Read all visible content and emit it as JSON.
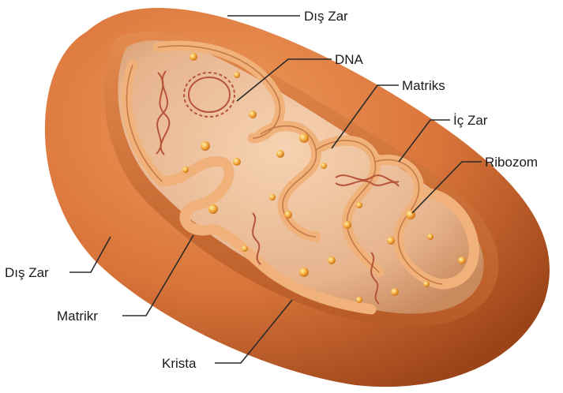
{
  "labels": {
    "outer_membrane_top": "Dış Zar",
    "outer_membrane_left": "Dış Zar",
    "dna": "DNA",
    "matrix_top": "Matriks",
    "inner_membrane": "İç Zar",
    "ribosome": "Ribozom",
    "matrix_left": "Matrikr",
    "crista": "Krista"
  },
  "colors": {
    "outer_membrane": "#d9743a",
    "outer_membrane_dark": "#a84a1e",
    "inner_membrane": "#f0b27a",
    "matrix": "#e8b891",
    "ribosome": "#f2a93b",
    "dna": "#b7553a",
    "label_text": "#1a1a1a",
    "leader_line": "#2a2a2a"
  }
}
